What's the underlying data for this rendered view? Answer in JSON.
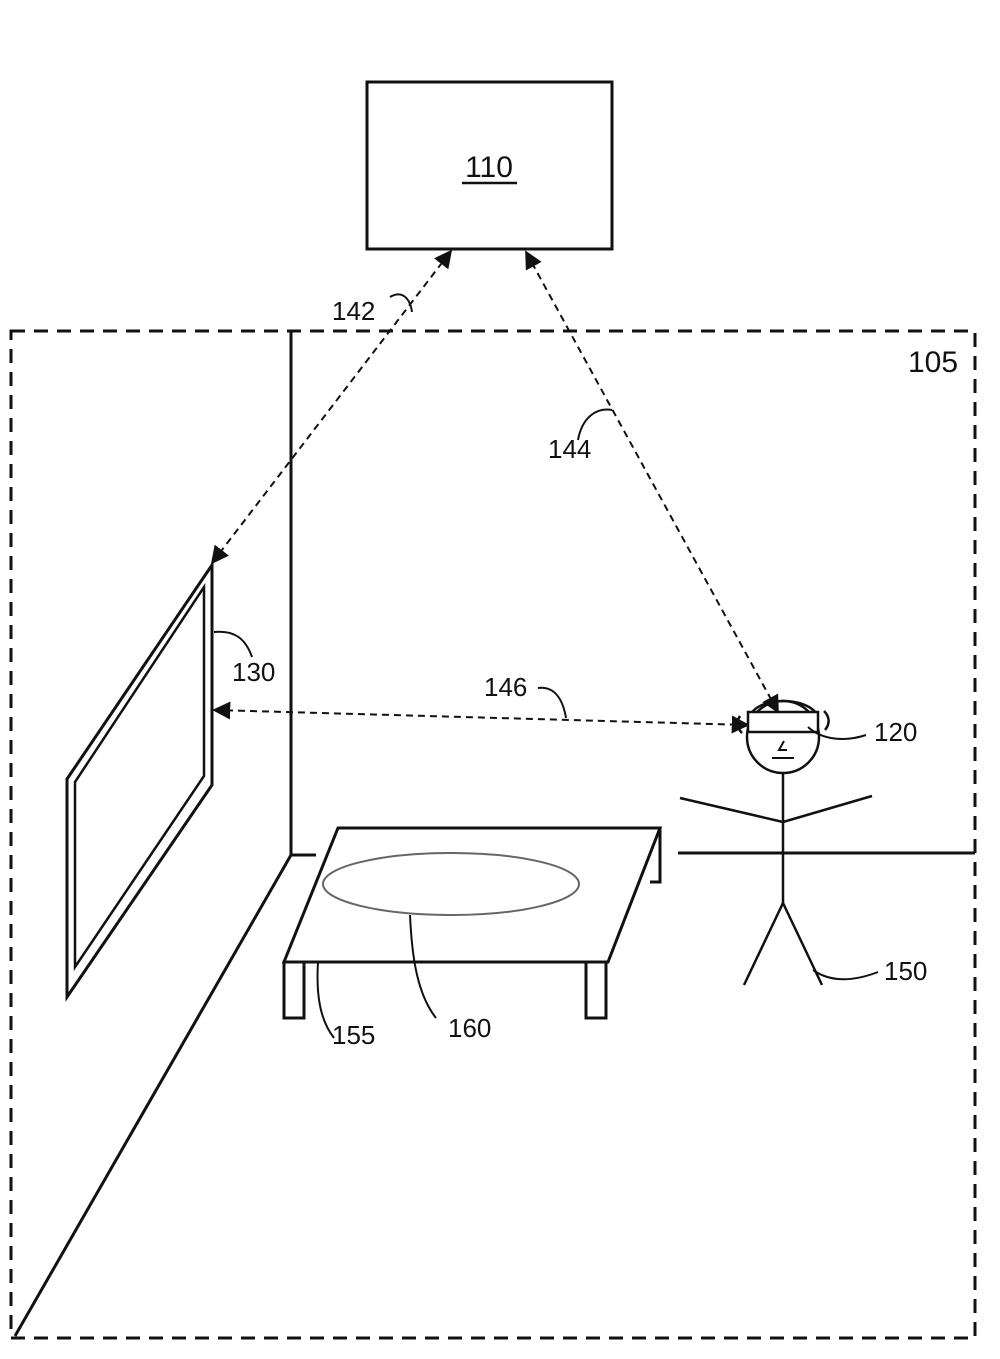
{
  "labels": {
    "server": "110",
    "environment": "105",
    "link_display": "142",
    "link_headset": "144",
    "link_display_headset": "146",
    "display": "130",
    "headset": "120",
    "user": "150",
    "table": "155",
    "table_marker": "160"
  }
}
